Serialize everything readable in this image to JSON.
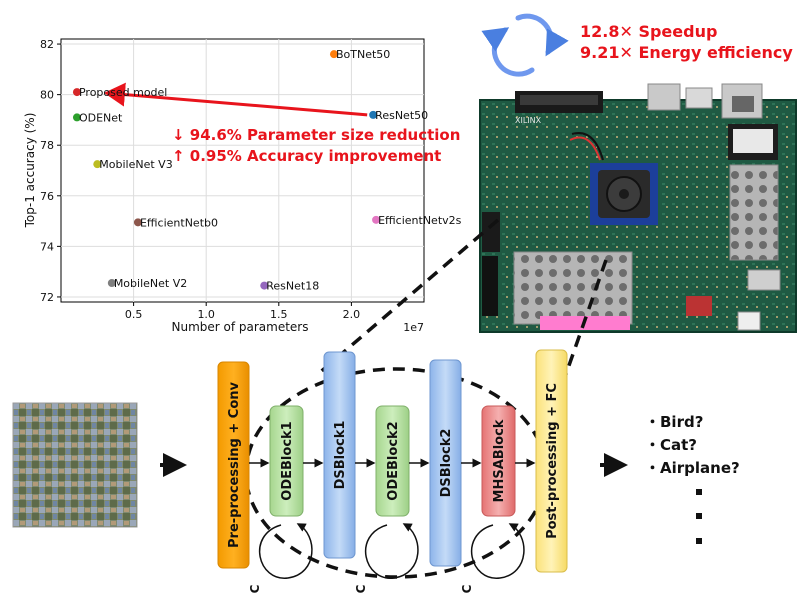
{
  "chart_data": {
    "type": "scatter",
    "xlabel": "Number of parameters",
    "x_offset_label": "1e7",
    "ylabel": "Top-1 accuracy (%)",
    "xlim": [
      0,
      25000000
    ],
    "ylim": [
      71.8,
      82.2
    ],
    "x_ticks": [
      0.5,
      1.0,
      1.5,
      2.0
    ],
    "y_ticks": [
      72,
      74,
      76,
      78,
      80,
      82
    ],
    "grid": true,
    "points": [
      {
        "label": "Proposed model",
        "x": 1100000,
        "y": 80.1,
        "color": "#d62728"
      },
      {
        "label": "ODENet",
        "x": 1100000,
        "y": 79.1,
        "color": "#2ca02c"
      },
      {
        "label": "MobileNet V3",
        "x": 2500000,
        "y": 77.25,
        "color": "#bcbd22"
      },
      {
        "label": "EfficientNetb0",
        "x": 5300000,
        "y": 74.95,
        "color": "#8c564b"
      },
      {
        "label": "MobileNet V2",
        "x": 3500000,
        "y": 72.55,
        "color": "#7f7f7f"
      },
      {
        "label": "ResNet18",
        "x": 14000000,
        "y": 72.45,
        "color": "#9467bd"
      },
      {
        "label": "BoTNet50",
        "x": 18800000,
        "y": 81.6,
        "color": "#ff7f0e"
      },
      {
        "label": "ResNet50",
        "x": 21500000,
        "y": 79.2,
        "color": "#1f77b4"
      },
      {
        "label": "EfficientNetv2s",
        "x": 21700000,
        "y": 75.05,
        "color": "#e377c2"
      }
    ],
    "arrow_color": "#e8141c"
  },
  "annotations": {
    "param_reduction": "↓ 94.6% Parameter size reduction",
    "accuracy_improvement": "↑ 0.95% Accuracy improvement",
    "speedup": "12.8✕ Speedup",
    "energy": "9.21✕ Energy efficiency"
  },
  "board_brand": "XILINX",
  "pipeline": {
    "blocks": [
      {
        "label": "Pre-processing + Conv",
        "color": "#ffa500"
      },
      {
        "label": "ODEBlock1",
        "color": "#b4e0a0"
      },
      {
        "label": "DSBlock1",
        "color": "#a8c8f0"
      },
      {
        "label": "ODEBlock2",
        "color": "#b4e0a0"
      },
      {
        "label": "DSBlock2",
        "color": "#a8c8f0"
      },
      {
        "label": "MHSABlock",
        "color": "#f08a8a"
      },
      {
        "label": "Post-processing + FC",
        "color": "#ffe680"
      }
    ],
    "loop_label": "C",
    "outputs": [
      "・Bird?",
      "・Cat?",
      "・Airplane?"
    ]
  }
}
